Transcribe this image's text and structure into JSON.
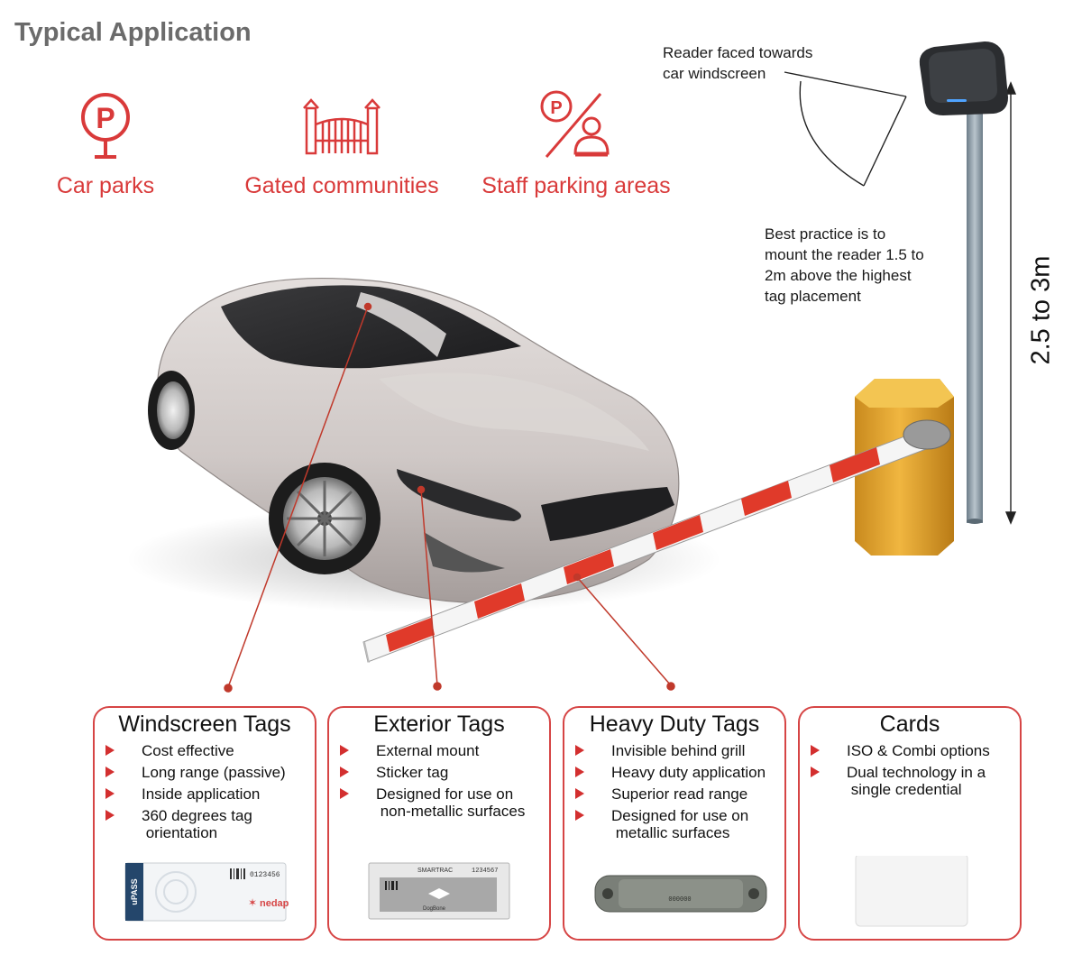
{
  "title": "Typical Application",
  "applications": [
    {
      "label": "Car parks",
      "icon": "parking-sign-icon"
    },
    {
      "label": "Gated communities",
      "icon": "gate-icon"
    },
    {
      "label": "Staff parking areas",
      "icon": "staff-parking-icon"
    }
  ],
  "notes": {
    "reader_facing": [
      "Reader faced towards",
      "car windscreen"
    ],
    "best_practice": [
      "Best practice is to",
      "mount the reader 1.5 to",
      "2m above the highest",
      "tag placement"
    ],
    "height": "2.5 to 3m"
  },
  "cards": [
    {
      "title": "Windscreen Tags",
      "items": [
        [
          "Cost effective"
        ],
        [
          "Long range (passive)"
        ],
        [
          "Inside application"
        ],
        [
          "360 degrees tag",
          " orientation"
        ]
      ],
      "product": {
        "brand": "uPASS",
        "code": "0123456",
        "maker": "nedap"
      }
    },
    {
      "title": "Exterior Tags",
      "items": [
        [
          "External mount"
        ],
        [
          "Sticker tag"
        ],
        [
          "Designed for use on",
          " non-metallic surfaces"
        ]
      ],
      "product": {
        "brand": "SMARTRAC",
        "code": "1234567",
        "sub": "DogBone"
      }
    },
    {
      "title": "Heavy Duty Tags",
      "items": [
        [
          "Invisible behind grill"
        ],
        [
          "Heavy duty application"
        ],
        [
          "Superior read range"
        ],
        [
          "Designed for use on",
          " metallic surfaces"
        ]
      ],
      "product": {
        "code": "000000"
      }
    },
    {
      "title": "Cards",
      "items": [
        [
          "ISO & Combi options"
        ],
        [
          "Dual technology in a",
          " single credential"
        ]
      ],
      "product": {}
    }
  ],
  "colors": {
    "accent": "#d93a3a",
    "title_gray": "#6b6b6b",
    "barrier": "#e8a93a"
  }
}
